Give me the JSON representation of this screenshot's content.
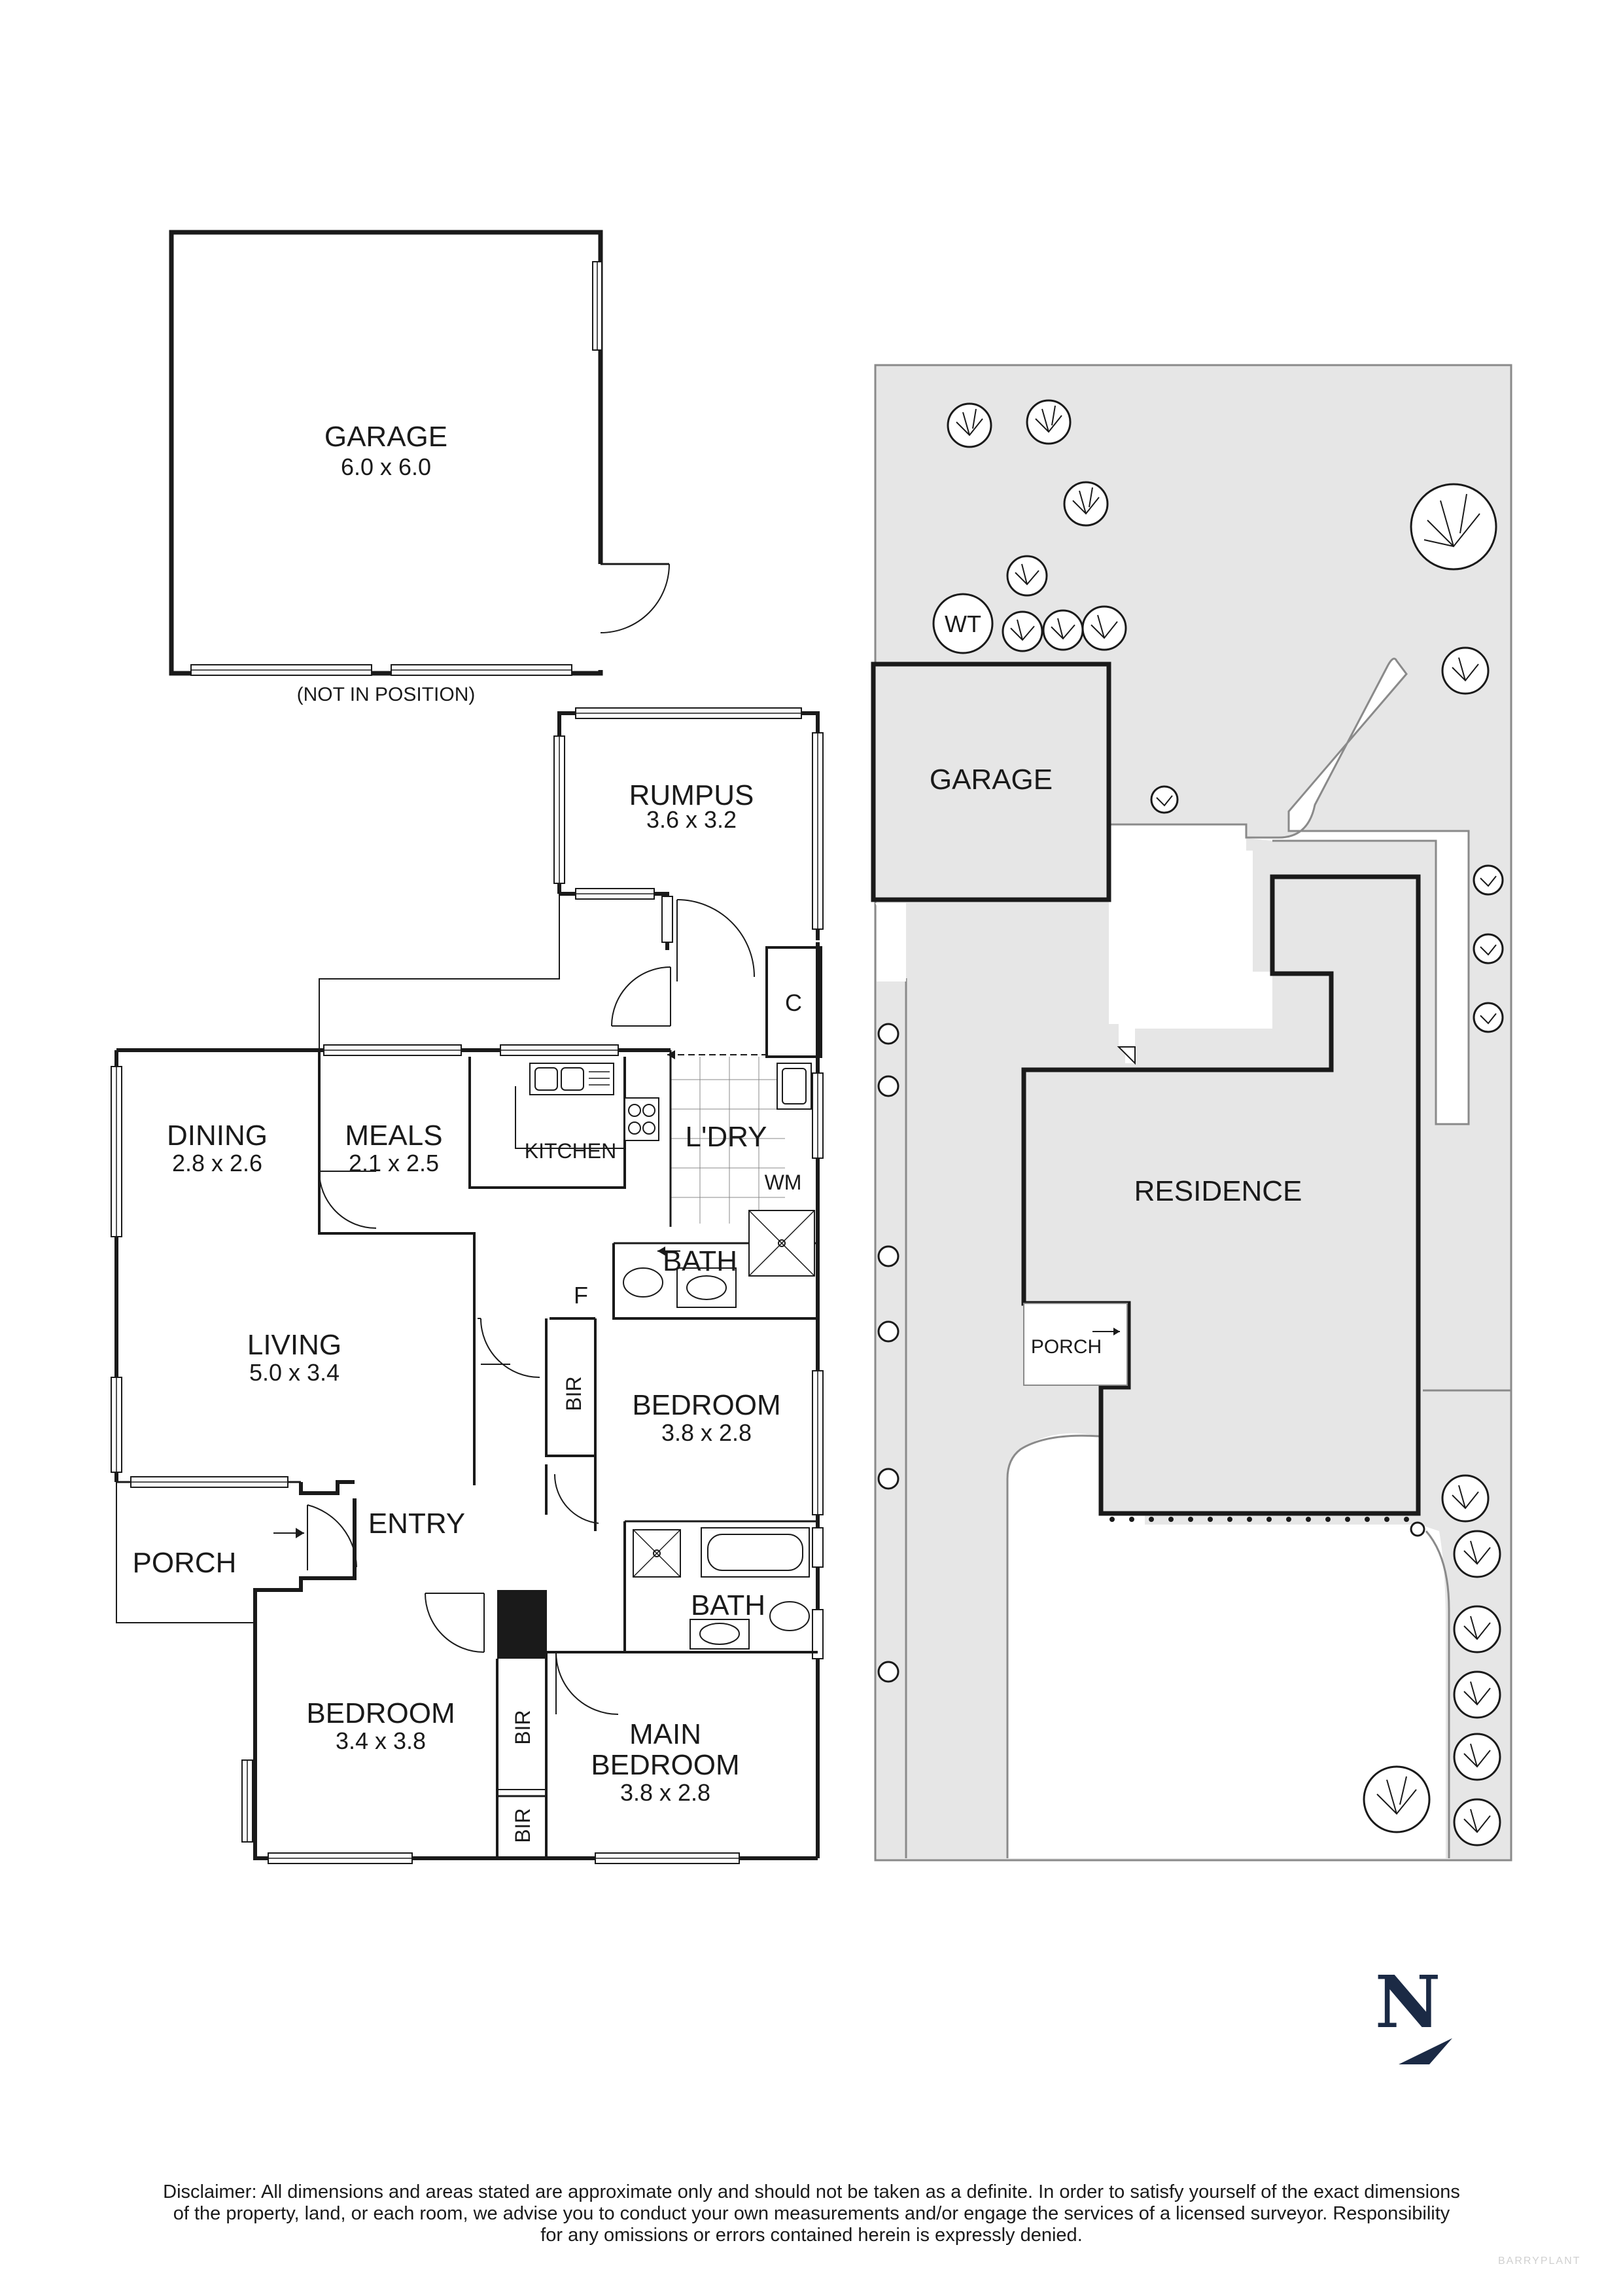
{
  "floor_plan": {
    "garage": {
      "name": "GARAGE",
      "dims": "6.0 x 6.0",
      "note": "(NOT IN POSITION)"
    },
    "rumpus": {
      "name": "RUMPUS",
      "dims": "3.6 x 3.2"
    },
    "cupboard": "C",
    "dining": {
      "name": "DINING",
      "dims": "2.8 x 2.6"
    },
    "meals": {
      "name": "MEALS",
      "dims": "2.1 x 2.5"
    },
    "kitchen": "KITCHEN",
    "laundry": "L'DRY",
    "washing_machine": "WM",
    "bath_upper": "BATH",
    "fridge": "F",
    "living": {
      "name": "LIVING",
      "dims": "5.0 x 3.4"
    },
    "bir_1": "BIR",
    "bedroom_2": {
      "name": "BEDROOM",
      "dims": "3.8 x 2.8"
    },
    "entry": "ENTRY",
    "porch": "PORCH",
    "bath_lower": "BATH",
    "bedroom_3": {
      "name": "BEDROOM",
      "dims": "3.4 x 3.8"
    },
    "bir_2": "BIR",
    "bir_3": "BIR",
    "main_bedroom": {
      "line1": "MAIN",
      "line2": "BEDROOM",
      "dims": "3.8 x 2.8"
    }
  },
  "site_plan": {
    "water_tank": "WT",
    "garage": "GARAGE",
    "residence": "RESIDENCE",
    "porch": "PORCH"
  },
  "compass": "N",
  "disclaimer": {
    "line1": "Disclaimer: All dimensions and areas stated are approximate only and should not be taken as a definite. In order to satisfy yourself of the exact dimensions",
    "line2": "of the property, land, or each room, we advise you to conduct your own measurements and/or engage the services of a licensed surveyor. Responsibility",
    "line3": "for any omissions or errors contained herein is expressly denied."
  },
  "brand": "BARRYPLANT",
  "colors": {
    "wall": "#1a1a1a",
    "site_fill": "#e6e6e6",
    "compass": "#1b2a45"
  }
}
